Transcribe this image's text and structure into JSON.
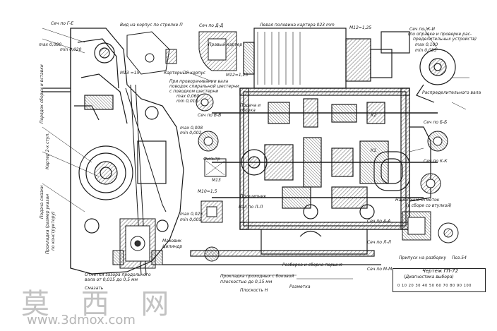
{
  "labels": {
    "sec_ee": "Сеч по Г-Е",
    "view_cover": "Вид на корпус по стрелке П",
    "sec_dd": "Сеч по Д-Д",
    "crankcase_top": "Левая половина картера 023 mm",
    "sec_hh": "Сеч по Ж-И",
    "press_fit": "(по оправке и проверке рас-",
    "press_fit2": "пределительных устройств)",
    "crankcase": "Картерный корпус",
    "right_crank": "Правый картер",
    "reducer": "При проворачивании вала",
    "reducer2": "поводок спиральной шестерни",
    "reducer3": "с поводком шестерни",
    "sec_cc": "Сеч по В-В",
    "motor": "Подача и",
    "motor2": "сборка",
    "filter": "Фильтр",
    "sec_bb": "Сеч по Б-Б",
    "sec_aa": "Сеч по А-А",
    "pos_b": "Нанесение отметок",
    "pos_b2": "(в сборе со втулкой)",
    "dist_shaft": "Распределительного вала",
    "bottom_note1": "Отметки зазора продольного",
    "bottom_note2": "вала от 0,015 до 0,5 мм",
    "bottom_note3": "Смазать",
    "mid_note1": "Прокладка проходных с боковой",
    "mid_note2": "плоскостью до 0,15 мм",
    "mid_note3": "Плоскость Н",
    "low_note1": "Разборка и сборка поршня",
    "low_note2": "Разметка",
    "pos54": "Поз.54",
    "tolerance": "Припуск на разборку",
    "vertical1": "Порядок сборки и вставки",
    "vertical2": "Картер 2-х ступ.",
    "vertical3": "Подача смазки",
    "vertical4": "Прокладка (размер указан",
    "vertical5": "по конструктору)",
    "bearing": "Подшипник",
    "shaft_ab": "Вал по Л-Л",
    "shaft_kk": "Сеч по К-К",
    "shaft_ll": "Сеч по Л-Л",
    "shaft_mm": "Сеч по М-М",
    "hatch": "Маховик",
    "cylinder": "Цилиндр",
    "measure_a": "max 0,080",
    "measure_b": "min 0,020",
    "measure_c": "max 0,100",
    "measure_d": "min 0,035",
    "measure_e": "max 0,060",
    "measure_f": "min 0,010",
    "measure_g": "max 0,008",
    "measure_h": "min 0,002",
    "measure_i": "max 0,025",
    "measure_j": "min 0,005",
    "m13": "М13",
    "m13b": "М13 =15",
    "m12": "М12=1,25",
    "m12b": "М12=1,25",
    "m10": "М10=1,5",
    "k1": "К1",
    "k2": "К2",
    "scale_title": "Чертёж ГП-72",
    "scale_sub": "(Диагностика выбора)",
    "scale_nums": "0 10 20 30 40 50 60 70 80 90 100"
  },
  "watermark": {
    "cn": "莫 西 网",
    "url": "www.3dmox.com"
  },
  "colors": {
    "line": "#1a1a1a",
    "hatch": "#3a3a3a",
    "paper": "#ffffff",
    "watermark": "#888888"
  }
}
